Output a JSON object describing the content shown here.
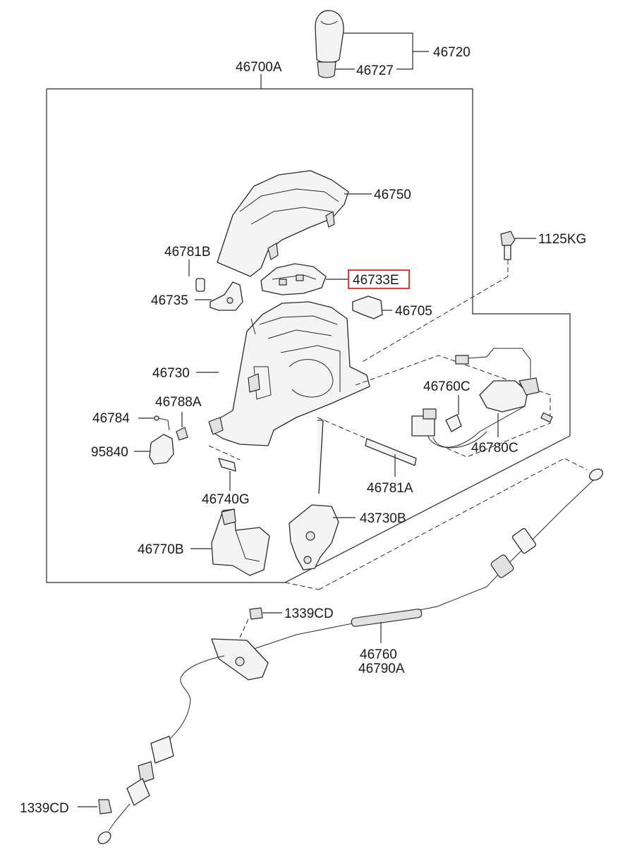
{
  "labels": {
    "p46720": "46720",
    "p46727": "46727",
    "p46700A": "46700A",
    "p46750": "46750",
    "p46781B": "46781B",
    "p46733E": "46733E",
    "p1125KG": "1125KG",
    "p46735": "46735",
    "p46705": "46705",
    "p46730": "46730",
    "p46760C": "46760C",
    "p46788A": "46788A",
    "p46784": "46784",
    "p95840": "95840",
    "p46780C": "46780C",
    "p46781A": "46781A",
    "p46740G": "46740G",
    "p43730B": "43730B",
    "p46770B": "46770B",
    "p1339CD_top": "1339CD",
    "p46760": "46760",
    "p46790A": "46790A",
    "p1339CD_bottom": "1339CD"
  },
  "highlighted_part": "46733E",
  "colors": {
    "highlight": "#e03a3a",
    "ink": "#2a2a2a"
  }
}
